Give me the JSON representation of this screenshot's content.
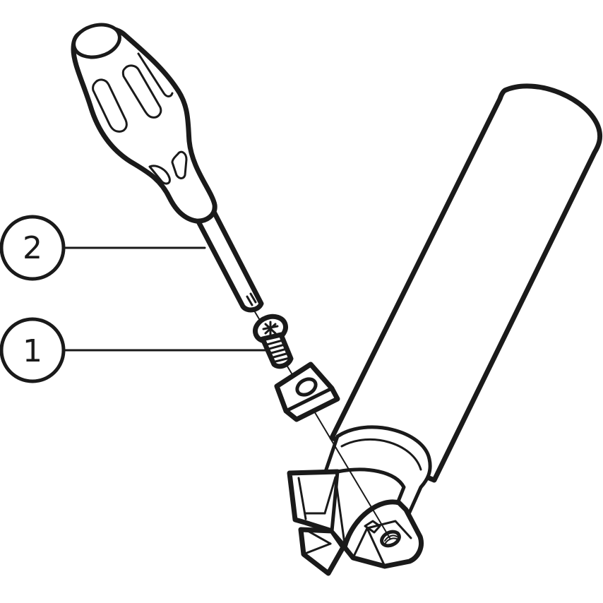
{
  "diagram": {
    "type": "exploded assembly illustration",
    "colors": {
      "line": "#1a1a1a",
      "background": "#ffffff"
    },
    "callouts": [
      {
        "id": "callout-2",
        "label": "2",
        "part": "screwdriver"
      },
      {
        "id": "callout-1",
        "label": "1",
        "part": "screw"
      }
    ],
    "parts": [
      {
        "name": "screwdriver",
        "callout": "2"
      },
      {
        "name": "screw",
        "callout": "1"
      },
      {
        "name": "clamp-wedge"
      },
      {
        "name": "milling-cutter-body"
      },
      {
        "name": "cylindrical-shank"
      }
    ]
  }
}
